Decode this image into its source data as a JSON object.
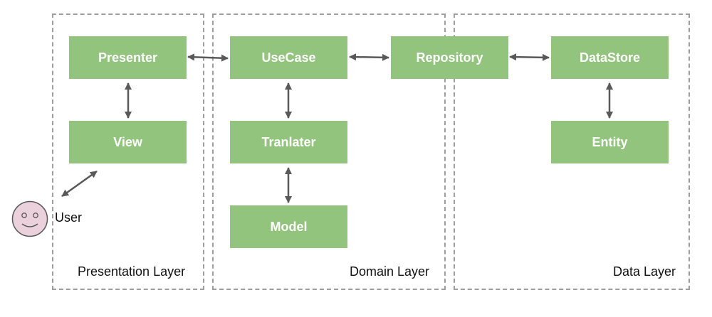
{
  "layers": {
    "presentation": {
      "label": "Presentation Layer"
    },
    "domain": {
      "label": "Domain Layer"
    },
    "data": {
      "label": "Data Layer"
    }
  },
  "nodes": {
    "presenter": "Presenter",
    "view": "View",
    "usecase": "UseCase",
    "tranlater": "Tranlater",
    "model": "Model",
    "repository": "Repository",
    "datastore": "DataStore",
    "entity": "Entity"
  },
  "actor": {
    "label": "User",
    "icon": "smiley-face-icon"
  },
  "colors": {
    "node_fill": "#93c47d",
    "node_text": "#ffffff",
    "arrow": "#595959",
    "layer_border": "#9e9e9e",
    "face_fill": "#ead1dc"
  },
  "edges": [
    {
      "from": "presenter",
      "to": "usecase",
      "bidirectional": true
    },
    {
      "from": "usecase",
      "to": "repository",
      "bidirectional": true
    },
    {
      "from": "repository",
      "to": "datastore",
      "bidirectional": true
    },
    {
      "from": "presenter",
      "to": "view",
      "bidirectional": true
    },
    {
      "from": "usecase",
      "to": "tranlater",
      "bidirectional": true
    },
    {
      "from": "tranlater",
      "to": "model",
      "bidirectional": true
    },
    {
      "from": "datastore",
      "to": "entity",
      "bidirectional": true
    },
    {
      "from": "view",
      "to": "user",
      "bidirectional": true
    }
  ]
}
